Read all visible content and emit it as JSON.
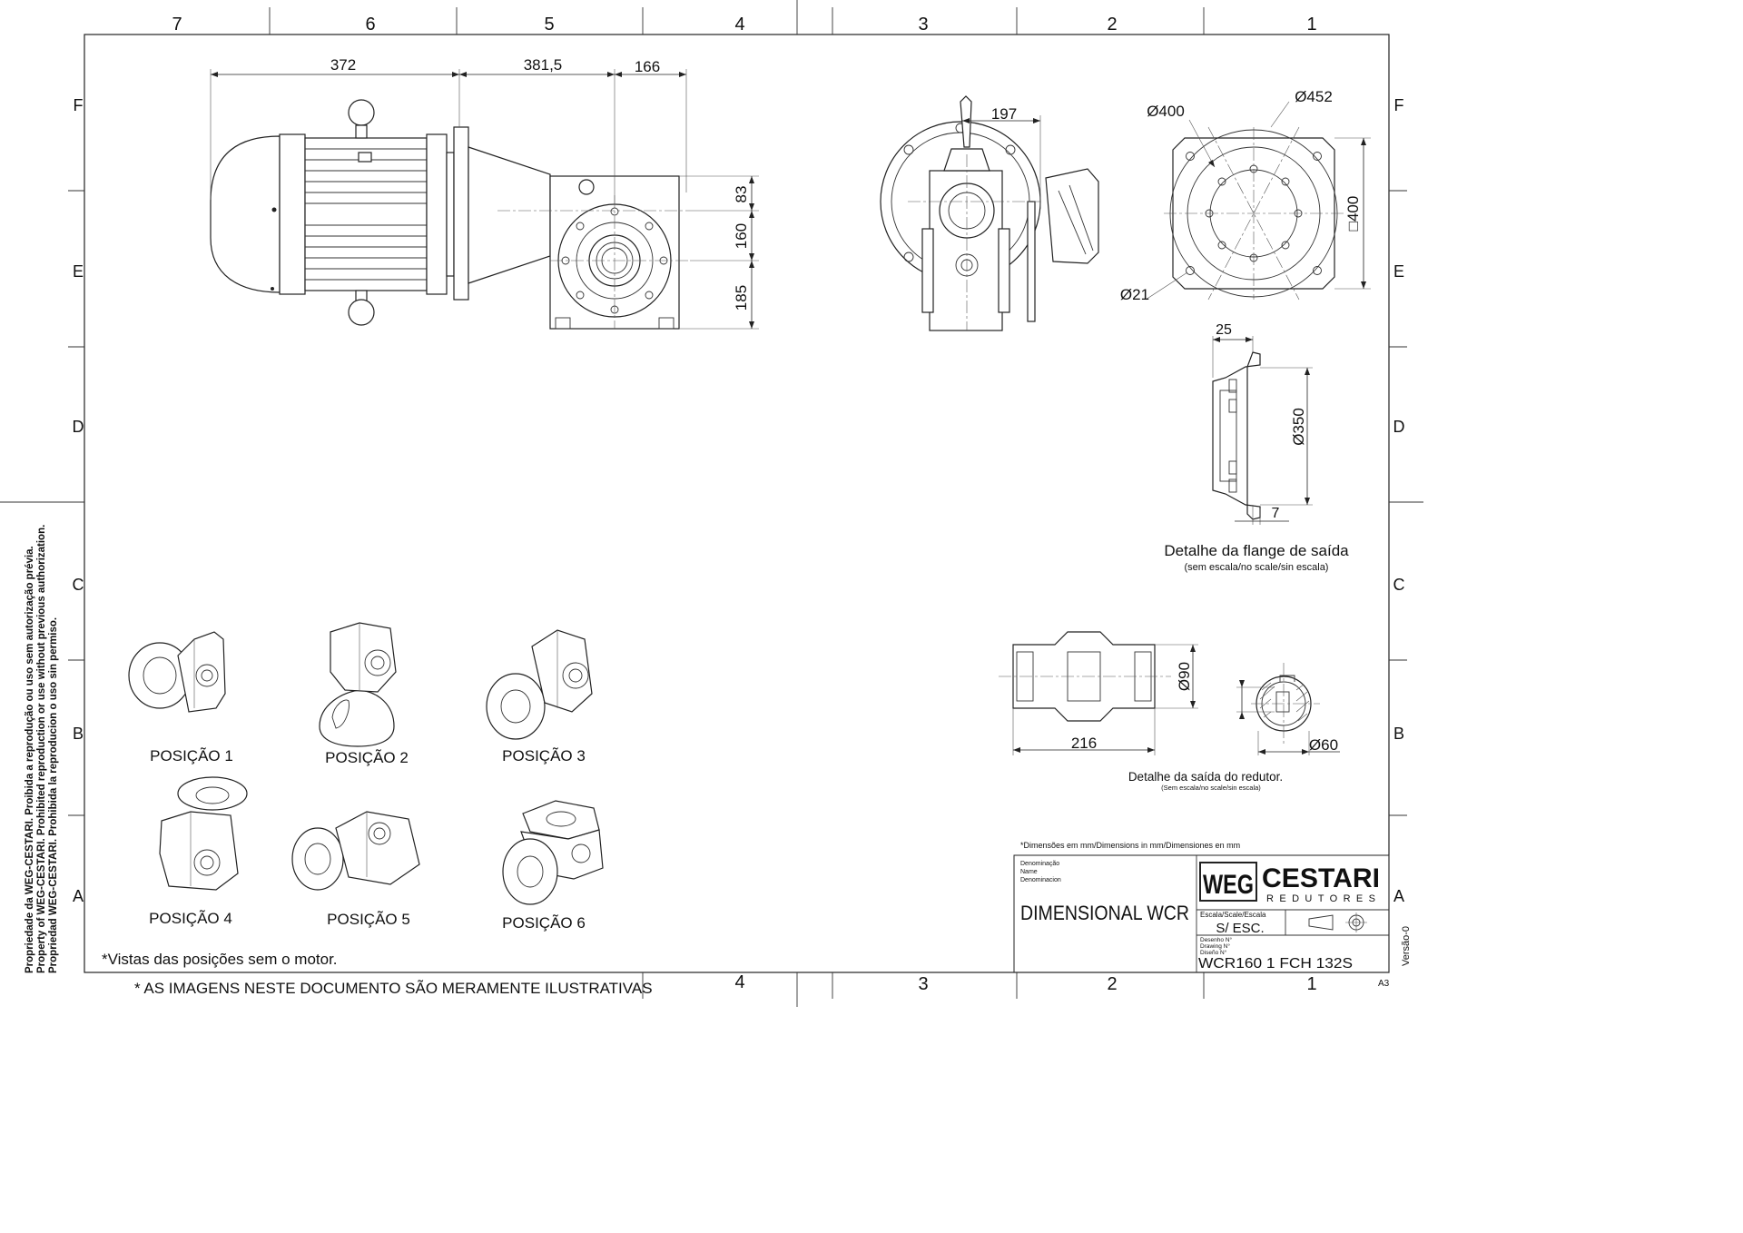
{
  "grid": {
    "cols_top": [
      "7",
      "6",
      "5",
      "4",
      "3",
      "2",
      "1"
    ],
    "cols_bottom": [
      "4",
      "3",
      "2",
      "1"
    ],
    "rows_left": [
      "F",
      "E",
      "D",
      "C",
      "B",
      "A"
    ],
    "rows_right": [
      "F",
      "E",
      "D",
      "C",
      "B",
      "A"
    ]
  },
  "side_notice": {
    "line1": "Propriedade da WEG-CESTARI. Proibida a reprodução ou uso sem autorização prévia.",
    "line2": "Property of WEG-CESTARI. Prohibited reproduction or use without previous authorization.",
    "line3": "Propriedad WEG-CESTARI. Prohibida la reproducion o uso sin permiso."
  },
  "dimensions": {
    "motor_length": "372",
    "flange_length": "381,5",
    "output_offset": "166",
    "top_height": "83",
    "center_height": "160",
    "bottom_height": "185",
    "side_width": "197",
    "flange_bolt_circle": "Ø400",
    "flange_outer": "Ø452",
    "flange_square": "□400",
    "flange_hole": "Ø21",
    "flange_thickness": "25",
    "flange_spigot": "Ø350",
    "flange_spigot_depth": "7",
    "shaft_diameter": "Ø90",
    "shaft_length": "216",
    "bore_diameter": "Ø60"
  },
  "details": {
    "flange_title": "Detalhe da flange de saída",
    "flange_scale": "(sem escala/no scale/sin escala)",
    "output_title": "Detalhe da saída do redutor.",
    "output_scale": "(Sem escala/no scale/sin escala)"
  },
  "positions": {
    "items": [
      "POSIÇÃO 1",
      "POSIÇÃO 2",
      "POSIÇÃO 3",
      "POSIÇÃO 4",
      "POSIÇÃO 5",
      "POSIÇÃO 6"
    ],
    "note": "*Vistas das posições sem o motor."
  },
  "footer_note": "* AS IMAGENS NESTE DOCUMENTO SÃO MERAMENTE ILUSTRATIVAS",
  "units_note": "*Dimensões em mm/Dimensions in mm/Dimensiones en mm",
  "title_block": {
    "name_label_pt": "Denominação",
    "name_label_en": "Name",
    "name_label_es": "Denominacion",
    "name_value": "DIMENSIONAL WCR",
    "logo_weg": "WEG",
    "logo_brand": "CESTARI",
    "logo_sub": "REDUTORES",
    "scale_label": "Escala/Scale/Escala",
    "scale_value": "S/  ESC.",
    "drawing_label_pt": "Desenho  N°",
    "drawing_label_en": "Drawing  N°",
    "drawing_label_es": "Diseño  N°",
    "drawing_value": "WCR160 1 FCH 132S",
    "version": "Versão-0",
    "sheet_size": "A3"
  },
  "colors": {
    "line": "#222222",
    "paper": "#ffffff"
  }
}
